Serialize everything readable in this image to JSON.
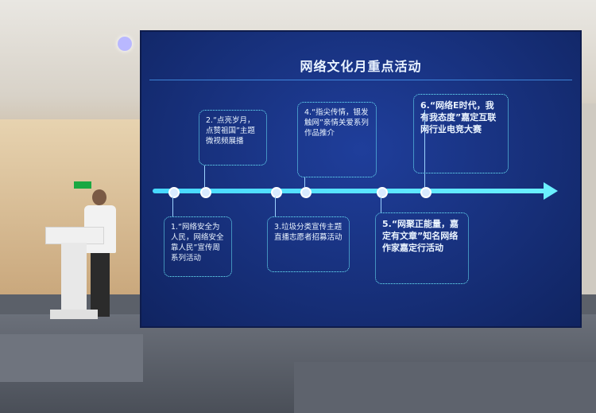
{
  "screen": {
    "title": "网络文化月重点活动",
    "events": [
      {
        "label": "1.“网络安全为人民，网络安全靠人民”宣传周系列活动"
      },
      {
        "label": "2.“点亮岁月，点赞祖国”主题微视频展播"
      },
      {
        "label": "3.垃圾分类宣传主题直播志愿者招募活动"
      },
      {
        "label": "4.“指尖传情，银发触网”亲情关爱系列作品推介"
      },
      {
        "label": "5.“网聚正能量，嘉定有文章”知名网络作家嘉定行活动"
      },
      {
        "label": "6.“网络E时代，我有我态度”嘉定互联网行业电竞大赛"
      }
    ]
  },
  "colors": {
    "screen_bg": "#17307b",
    "timeline": "#6af0ff",
    "box_border": "#6ff0ff"
  }
}
